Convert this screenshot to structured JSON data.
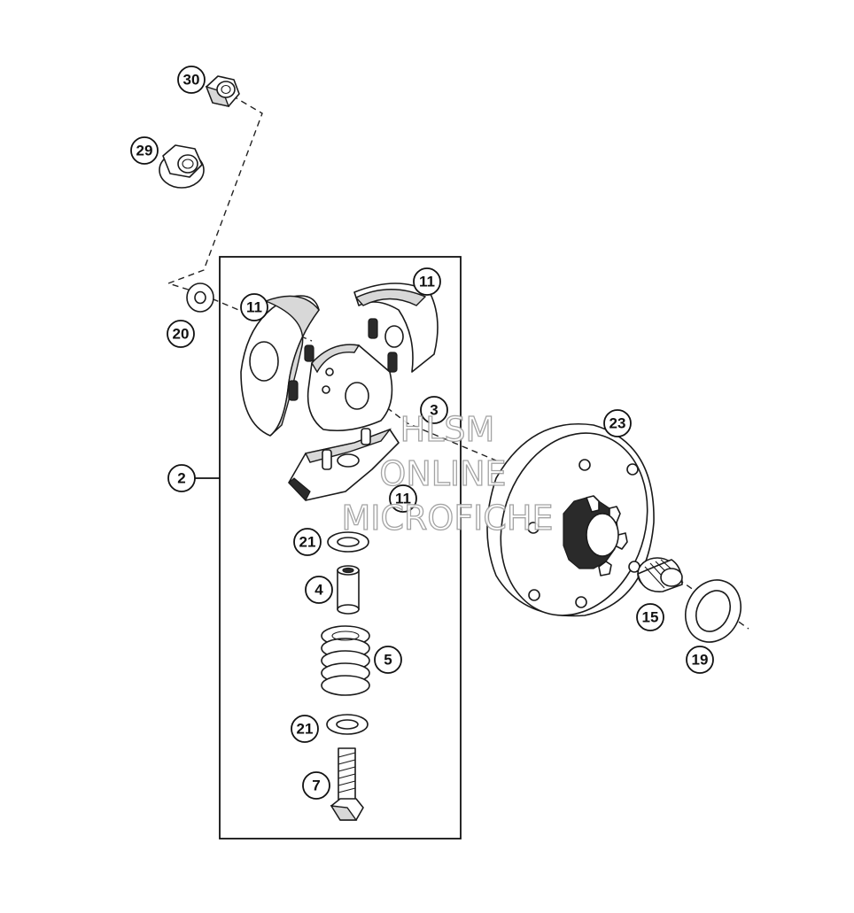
{
  "callouts": {
    "c30": "30",
    "c29": "29",
    "c20": "20",
    "c11a": "11",
    "c11b": "11",
    "c11c": "11",
    "c3": "3",
    "c2": "2",
    "c23": "23",
    "c21a": "21",
    "c4": "4",
    "c5": "5",
    "c21b": "21",
    "c7": "7",
    "c15": "15",
    "c19": "19"
  },
  "watermark": {
    "line1": "HLSM",
    "line2": "ONLINE",
    "line3": "MICROFICHE"
  }
}
